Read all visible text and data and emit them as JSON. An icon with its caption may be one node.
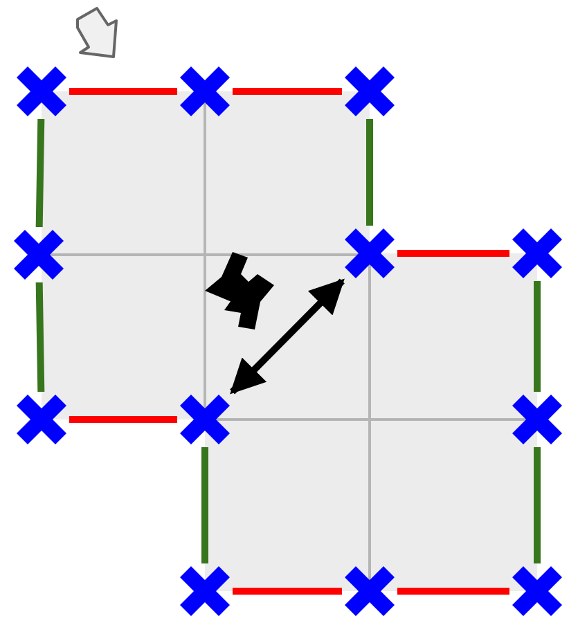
{
  "diagram": {
    "nodes": [
      {
        "text": [],
        "shape": "cross"
      },
      {
        "text": [],
        "shape": "cross"
      },
      {
        "text": [],
        "shape": "cross"
      },
      {
        "text": [],
        "shape": "cross"
      },
      {
        "text": [],
        "shape": "cross"
      },
      {
        "text": [],
        "shape": "cross"
      },
      {
        "text": [],
        "shape": "cross"
      },
      {
        "text": [],
        "shape": "cross"
      },
      {
        "text": [],
        "shape": "cross"
      },
      {
        "text": [],
        "shape": "cross"
      },
      {
        "text": [],
        "shape": "cross"
      },
      {
        "text": [],
        "shape": "cross"
      }
    ],
    "edges": [
      {
        "from": 0,
        "to": 1,
        "arrow": "none",
        "color": "#ff0000"
      },
      {
        "from": 1,
        "to": 2,
        "arrow": "none",
        "color": "#ff0000"
      },
      {
        "from": 0,
        "to": 3,
        "arrow": "none",
        "color": "#38761d"
      },
      {
        "from": 3,
        "to": 6,
        "arrow": "none",
        "color": "#38761d"
      },
      {
        "from": 2,
        "to": 4,
        "arrow": "none",
        "color": "#38761d"
      },
      {
        "from": 4,
        "to": 5,
        "arrow": "none",
        "color": "#ff0000"
      },
      {
        "from": 6,
        "to": 7,
        "arrow": "none",
        "color": "#ff0000"
      },
      {
        "from": 5,
        "to": 8,
        "arrow": "none",
        "color": "#38761d"
      },
      {
        "from": 7,
        "to": 9,
        "arrow": "none",
        "color": "#38761d"
      },
      {
        "from": 8,
        "to": 11,
        "arrow": "none",
        "color": "#38761d"
      },
      {
        "from": 9,
        "to": 10,
        "arrow": "none",
        "color": "#ff0000"
      },
      {
        "from": 10,
        "to": 11,
        "arrow": "none",
        "color": "#ff0000"
      },
      {
        "from": 4,
        "to": 7,
        "arrow": "both",
        "color": "#000000"
      }
    ]
  }
}
